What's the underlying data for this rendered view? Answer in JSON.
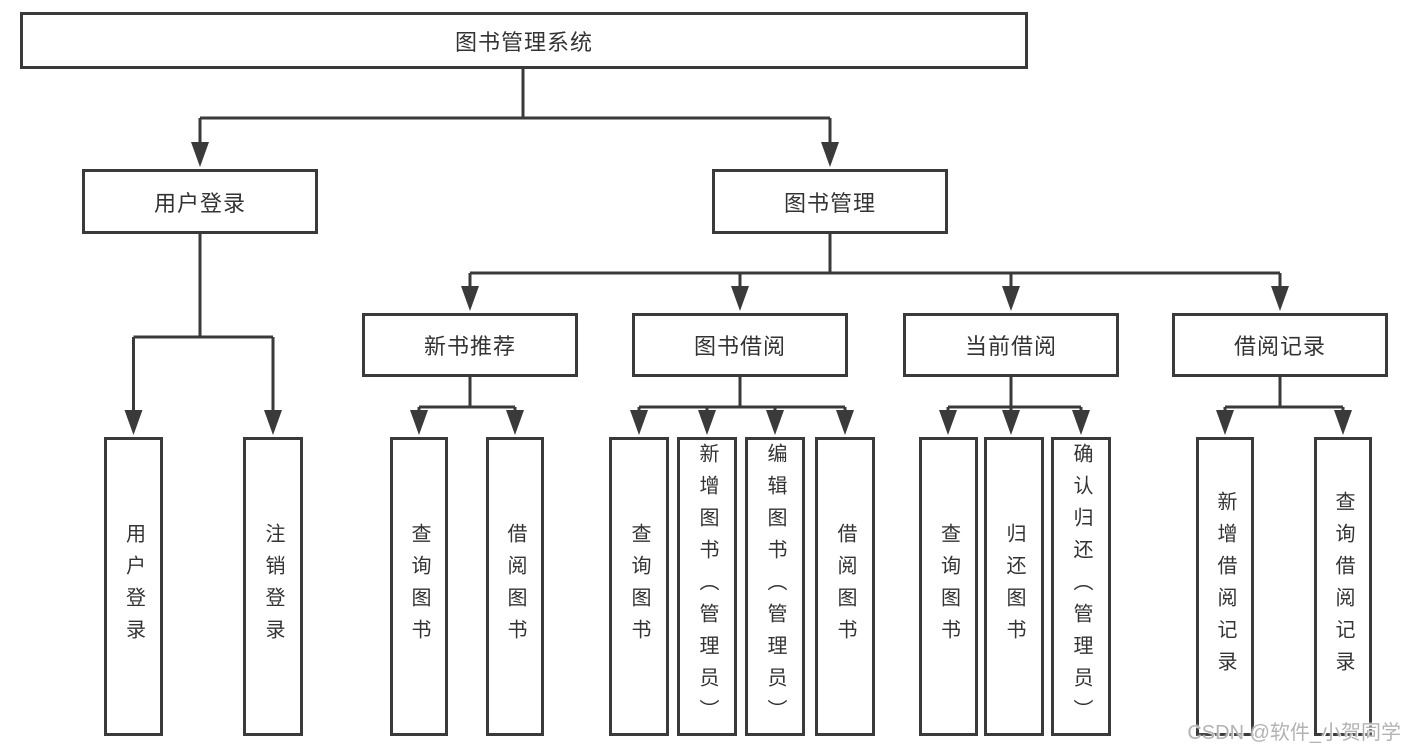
{
  "diagram": {
    "title": "图书管理系统",
    "branches": [
      {
        "label": "用户登录",
        "children": [
          "用户登录",
          "注销登录"
        ]
      },
      {
        "label": "图书管理"
      }
    ],
    "modules": [
      {
        "label": "新书推荐",
        "children": [
          "查询图书",
          "借阅图书"
        ]
      },
      {
        "label": "图书借阅",
        "children": [
          "查询图书",
          "新增图书（管理员）",
          "编辑图书（管理员）",
          "借阅图书"
        ]
      },
      {
        "label": "当前借阅",
        "children": [
          "查询图书",
          "归还图书",
          "确认归还（管理员）"
        ]
      },
      {
        "label": "借阅记录",
        "children": [
          "新增借阅记录",
          "查询借阅记录"
        ]
      }
    ]
  },
  "watermark": {
    "text": "CSDN @软件_小贺同学"
  },
  "colors": {
    "line": "#3a3a3a",
    "text": "#333333",
    "watermark": "#b3b3b3",
    "background": "#ffffff"
  }
}
